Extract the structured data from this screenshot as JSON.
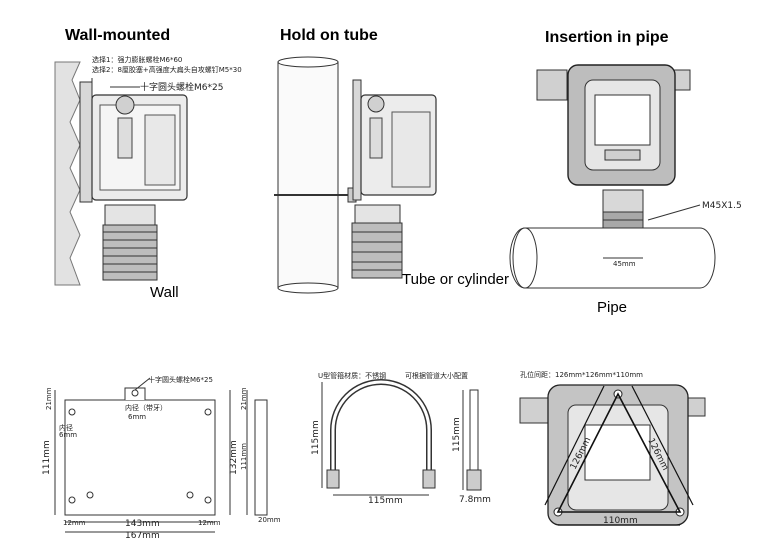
{
  "titles": {
    "wall": "Wall-mounted",
    "tube": "Hold on tube",
    "pipe": "Insertion in pipe"
  },
  "labels": {
    "wall": "Wall",
    "tube_or_cylinder": "Tube or cylinder",
    "pipe": "Pipe",
    "thread": "M45X1.5",
    "pipe_width": "45mm"
  },
  "wall_notes": {
    "option1": "选择1：强力膨胀螺栓M6*60",
    "option2": "选择2：8厘胶塞+高强度大扁头自攻螺钉M5*30",
    "screw": "十字圆头螺栓M6*25"
  },
  "plate": {
    "screw": "十字圆头螺栓M6*25",
    "hole_label": "内径（带牙）",
    "hole_size": "6mm",
    "left_hole_label": "内径",
    "left_hole_size": "6mm",
    "dim_top": "21mm",
    "dim_height": "111mm",
    "dim_total_height": "132mm",
    "dim_left_margin": "12mm",
    "dim_spacing": "143mm",
    "dim_right_margin": "12mm",
    "dim_total_width": "167mm",
    "dim_side_top": "21mm",
    "dim_side_height": "111mm",
    "dim_depth": "20mm"
  },
  "ubolt": {
    "material": "U型管箍材质：不锈钢",
    "note": "可根据管道大小配置",
    "height": "115mm",
    "width": "115mm",
    "side_height": "115mm",
    "rod": "7.8mm"
  },
  "holes": {
    "spacing": "孔位间距：126mm*126mm*110mm",
    "left": "126mm",
    "right": "126mm",
    "bottom": "110mm"
  }
}
